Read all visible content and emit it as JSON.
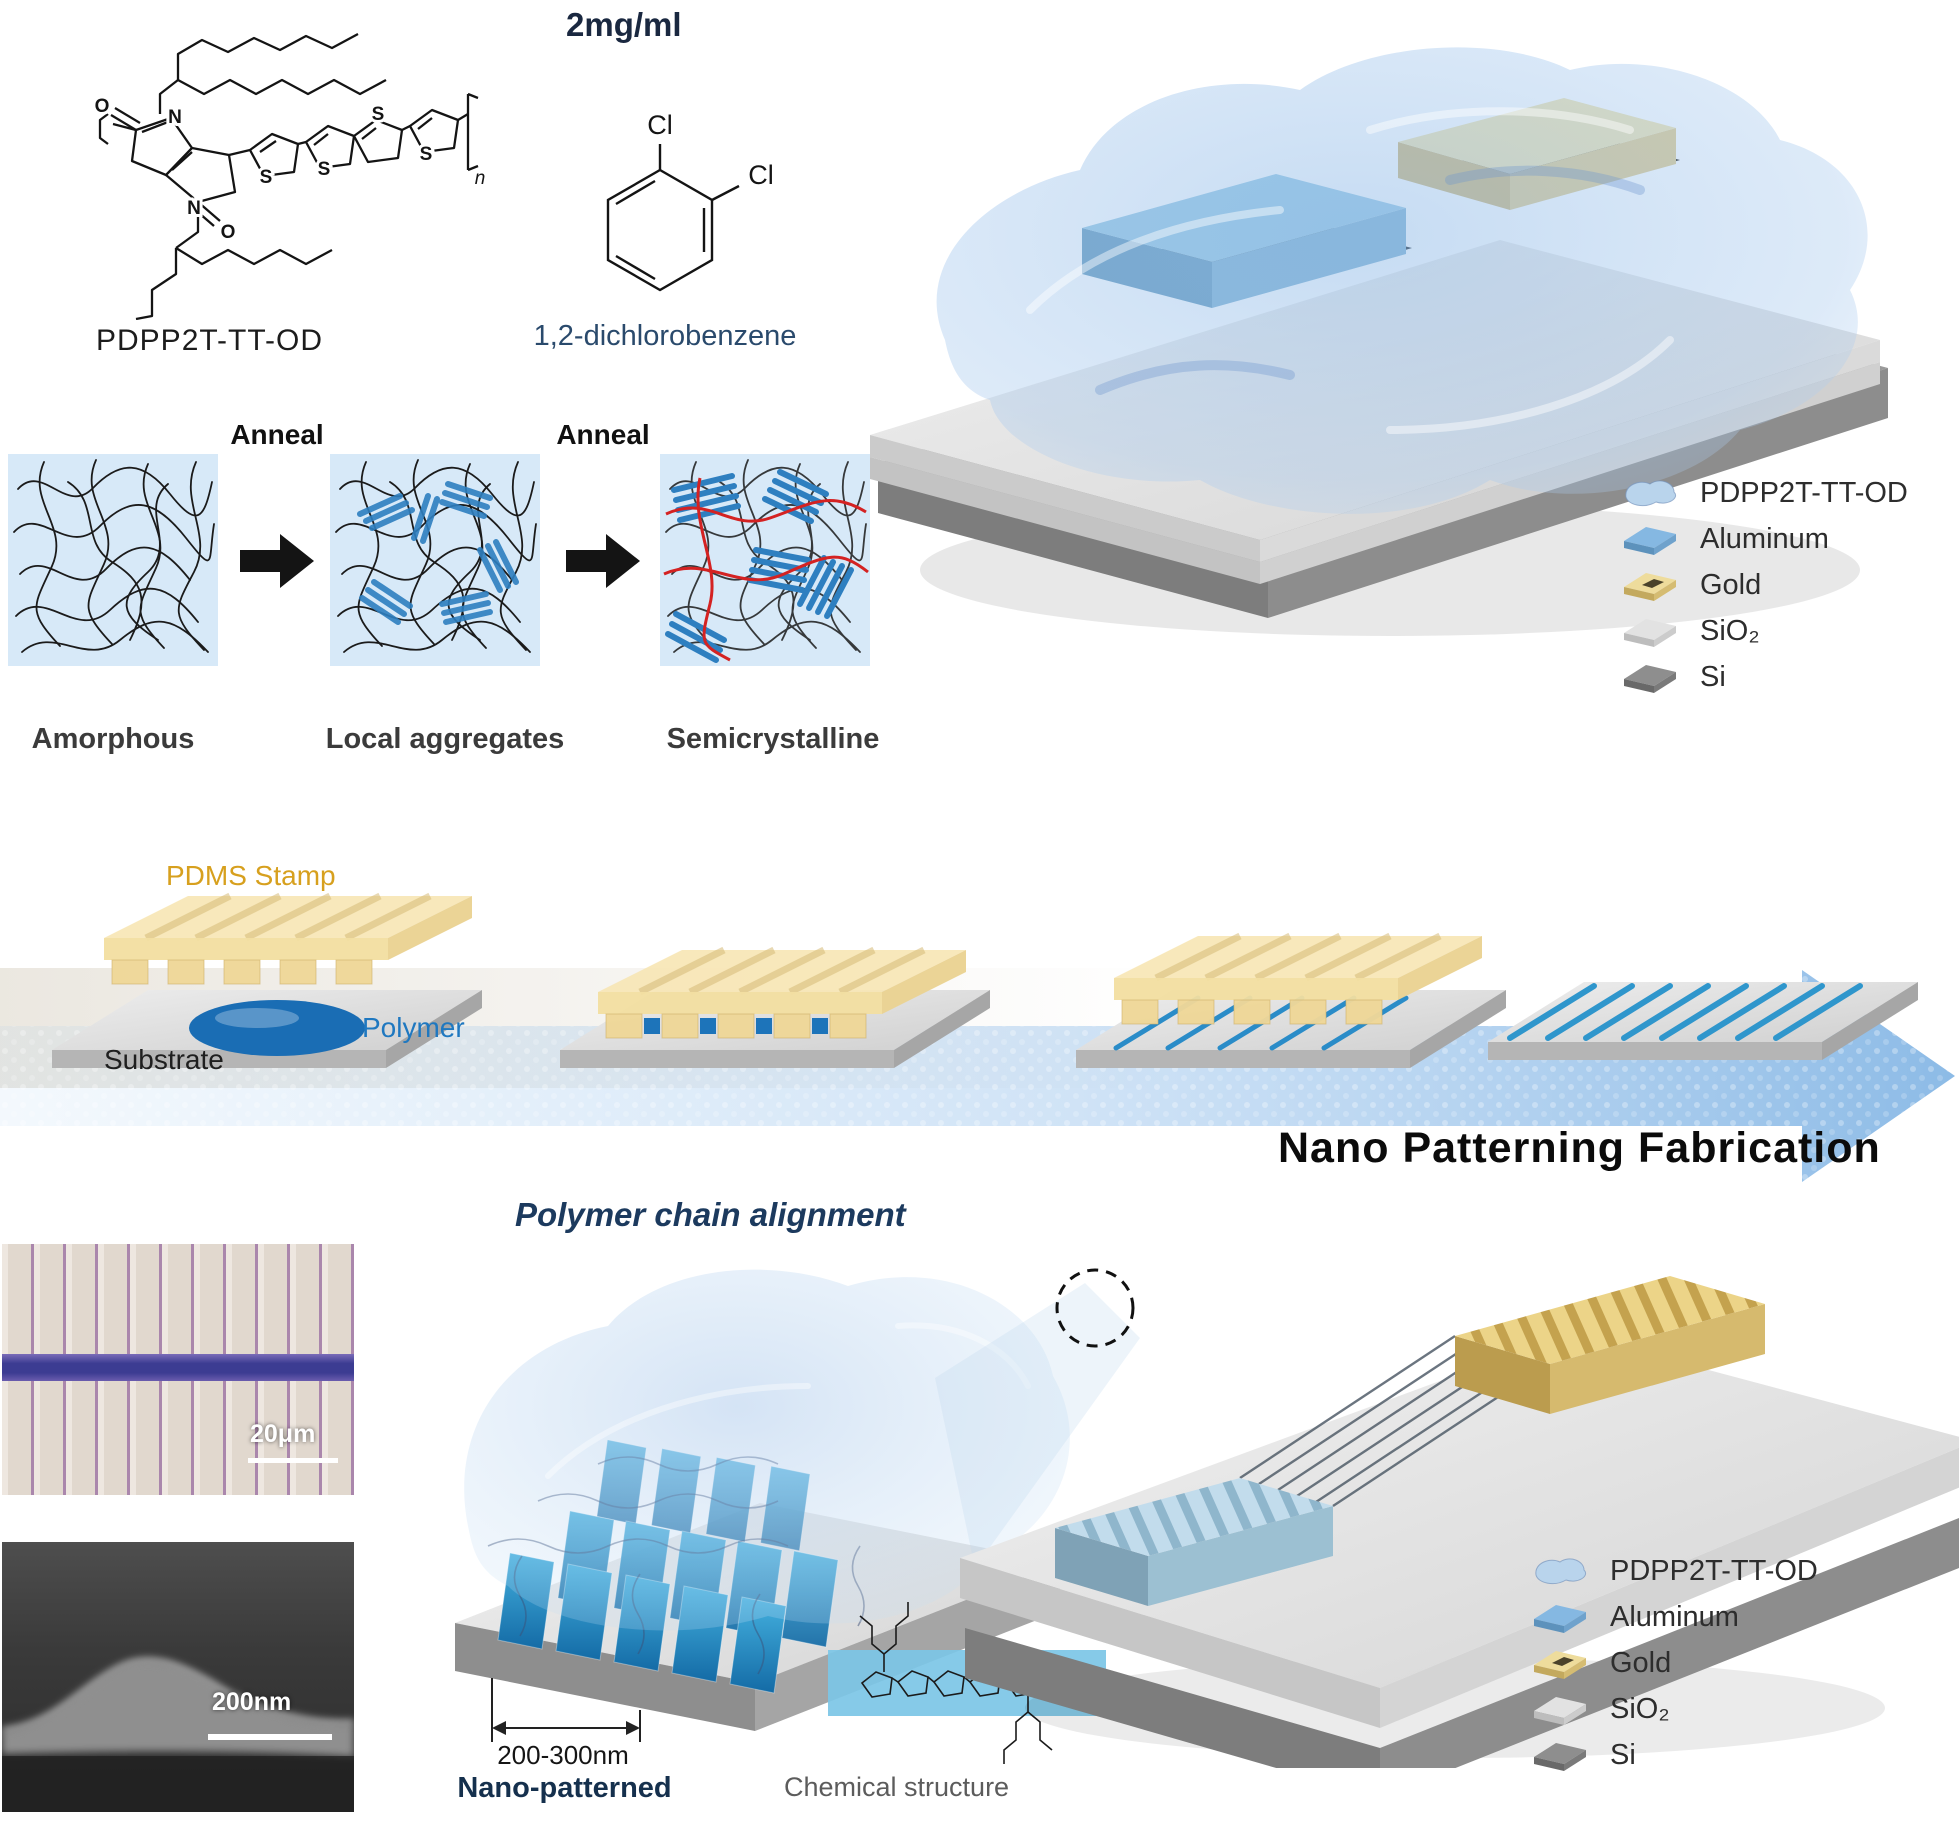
{
  "solution": {
    "concentration": "2mg/ml",
    "polymer_name": "PDPP2T-TT-OD",
    "solvent_name": "1,2-dichlorobenzene",
    "atom_n": "N",
    "atom_o": "O",
    "atom_s": "S",
    "atom_cl": "Cl",
    "repeat_n": "n"
  },
  "annealing": {
    "arrow1": "Anneal",
    "arrow2": "Anneal",
    "stages": [
      {
        "label": "Amorphous"
      },
      {
        "label": "Local aggregates"
      },
      {
        "label": "Semicrystalline"
      }
    ]
  },
  "device_legend": {
    "items": [
      {
        "label": "PDPP2T-TT-OD",
        "color": "#b9d4ec"
      },
      {
        "label": "Aluminum",
        "color": "#85b8e2"
      },
      {
        "label": "Gold",
        "color": "#eedc9c"
      },
      {
        "label": "SiO₂",
        "color": "#e2e2e2"
      },
      {
        "label": "Si",
        "color": "#8e8e8e"
      }
    ]
  },
  "patterning": {
    "stamp_label": "PDMS Stamp",
    "polymer_label": "Polymer",
    "substrate_label": "Substrate",
    "process_title": "Nano Patterning Fabrication"
  },
  "micrographs": {
    "optical_scale": "20μm",
    "sem_scale": "200nm"
  },
  "alignment": {
    "title": "Polymer chain alignment",
    "width_range": "200-300nm",
    "pattern_label": "Nano-patterned",
    "chemical_label": "Chemical structure"
  },
  "colors": {
    "polymer_blue": "#2e7fc0",
    "pdms_gold": "#f3e2b0",
    "arrow_blue": "#8fc0e8",
    "aggregate_red": "#d42222"
  }
}
